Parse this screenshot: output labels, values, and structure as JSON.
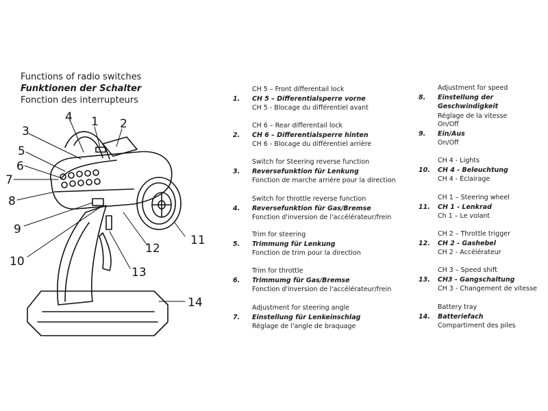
{
  "headings": {
    "en": "Functions of radio switches",
    "de": "Funktionen der Schalter",
    "fr": "Fonction des interrupteurs"
  },
  "callout_numbers": [
    "1",
    "2",
    "3",
    "4",
    "5",
    "6",
    "7",
    "8",
    "9",
    "10",
    "11",
    "12",
    "13",
    "14"
  ],
  "items": [
    {
      "num": "1.",
      "en": "CH 5 – Front differentail lock",
      "de": "CH 5 – Differentialsperre vorne",
      "fr": "CH 5 - Blocage du différentiel avant"
    },
    {
      "num": "2.",
      "en": "CH 6 – Rear differentail lock",
      "de": "CH 6 – Differentialsperre hinten",
      "fr": "CH 6 - Blocage du différentiel arrière"
    },
    {
      "num": "3.",
      "en": "Switch for Steering reverse function",
      "de": "Reversefunktion für Lenkung",
      "fr": "Fonction de marche arrière pour la direction"
    },
    {
      "num": "4.",
      "en": "Switch for throttle reverse function",
      "de": "Reversefunktion für Gas/Bremse",
      "fr": "Fonction d'inversion de l'accélérateur/frein"
    },
    {
      "num": "5.",
      "en": "Trim for steering",
      "de": "Trimmung für Lenkung",
      "fr": "Fonction de trim pour la direction"
    },
    {
      "num": "6.",
      "en": "Trim for throttle",
      "de": "Trimmumg für Gas/Bremse",
      "fr": "Fonction d'inversion de l'accélérateur/frein"
    },
    {
      "num": "7.",
      "en": "Adjustment for steering angle",
      "de": "Einstellung für Lenkeinschlag",
      "fr": "Réglage de l'angle de braquage"
    },
    {
      "num": "8.",
      "en": "Adjustment for speed",
      "de": "Einstellung der Geschwindigkeit",
      "fr": "Réglage de la vitesse"
    },
    {
      "num": "9.",
      "en": "On/Off",
      "de": "Ein/Aus",
      "fr": "On/Off"
    },
    {
      "num": "10.",
      "en": "CH 4 - Lights",
      "de": "CH 4 - Beleuchtung",
      "fr": "CH 4 - Éclairage"
    },
    {
      "num": "11.",
      "en": "CH 1 – Steering wheel",
      "de": "CH 1 - Lenkrad",
      "fr": "Ch 1 – Le volant"
    },
    {
      "num": "12.",
      "en": "CH 2 – Throttle trigger",
      "de": "CH 2 - Gashebel",
      "fr": "CH 2 - Accélérateur"
    },
    {
      "num": "13.",
      "en": "CH 3 – Speed shift",
      "de": "CH3 - Gangschaltung",
      "fr": "CH 3 - Changement de vitesse"
    },
    {
      "num": "14.",
      "en": "Battery tray",
      "de": "Batteriefach",
      "fr": "Compartiment des piles"
    }
  ]
}
